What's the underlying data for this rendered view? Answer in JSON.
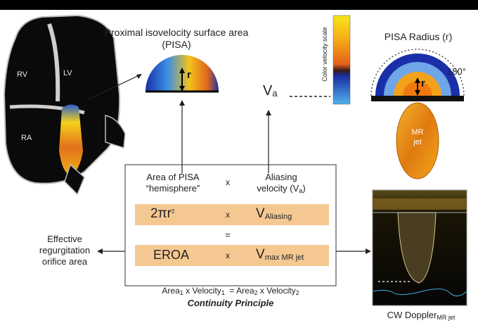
{
  "labels": {
    "pisa_title_1": "Proximal isovelocity surface area",
    "pisa_title_2": "(PISA)",
    "r": "r",
    "rv": "RV",
    "lv": "LV",
    "ra": "RA",
    "va": "V",
    "va_sub": "a",
    "color_scale": "Color velocity scale",
    "pisa_radius": "PISA Radius (r)",
    "deg": "180°",
    "mr_jet_1": "MR",
    "mr_jet_2": "jet",
    "area_1": "Area of PISA",
    "area_2": "“hemisphere”",
    "times": "x",
    "alias_1": "Aliasing",
    "alias_2": "velocity (V",
    "alias_sub": "a",
    "alias_close": ")",
    "formula_2pir": "2πr",
    "formula_sup": "2",
    "v_aliasing": "V",
    "v_aliasing_sub": "Aliasing",
    "equals": "=",
    "eroa": "EROA",
    "v_max": "V",
    "v_max_sub": "max MR jet",
    "eff_1": "Effective",
    "eff_2": "regurgitation",
    "eff_3": "orifice area",
    "cont_area": "Area",
    "cont_sub1": "1",
    "cont_x1": " x Velocity",
    "cont_sub2": "1",
    "cont_eq": "= Area",
    "cont_sub3": "2",
    "cont_x2": " x Velocity",
    "cont_sub4": "2",
    "continuity": "Continuity Principle",
    "cw": "CW Doppler",
    "cw_sub": "MR jet"
  },
  "colors": {
    "accent_bar": "#f6c891",
    "jet_orange": "#e07a10",
    "velocity_blue": "#1b2fa8"
  }
}
